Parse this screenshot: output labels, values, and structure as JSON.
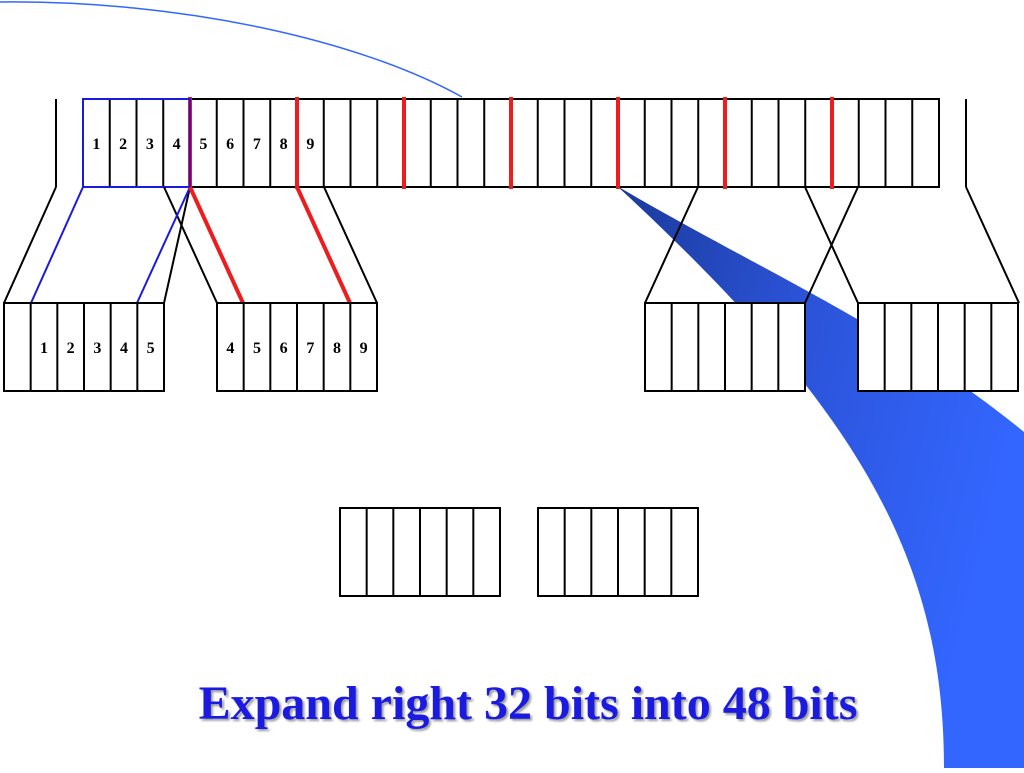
{
  "slide": {
    "title": "Expand right 32 bits into 48 bits"
  },
  "diagram": {
    "top_bit_labels": [
      "1",
      "2",
      "3",
      "4",
      "5",
      "6",
      "7",
      "8",
      "9"
    ],
    "block1_labels": [
      "1",
      "2",
      "3",
      "4",
      "5"
    ],
    "block2_labels": [
      "4",
      "5",
      "6",
      "7",
      "8",
      "9"
    ]
  },
  "colors": {
    "black": "#000000",
    "highlight_blue": "#1a1ae0",
    "group_red": "#ee1c1c",
    "arc_blue": "#3366ff",
    "arc_dark": "#1a3a99",
    "title_blue": "#1a1ae0"
  }
}
